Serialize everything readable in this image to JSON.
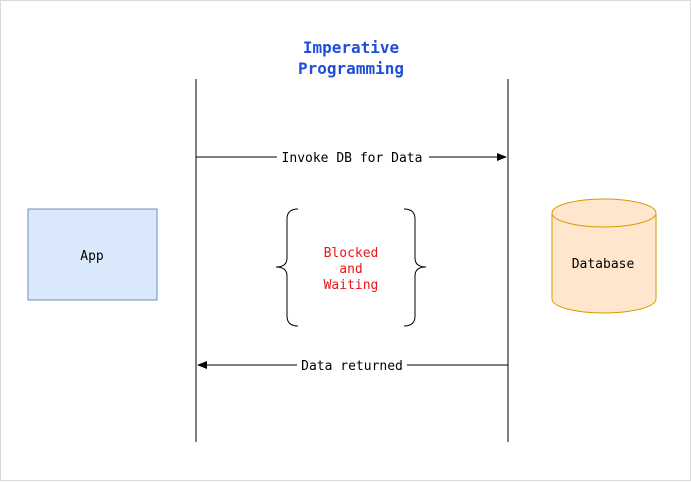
{
  "title": {
    "line1": "Imperative",
    "line2": "Programming"
  },
  "app": {
    "label": "App"
  },
  "database": {
    "label": "Database"
  },
  "messages": {
    "request": "Invoke DB for Data",
    "response": "Data returned"
  },
  "blocked": {
    "line1": "Blocked",
    "line2": "and",
    "line3": "Waiting"
  },
  "colors": {
    "title": "#1f4ed8",
    "blocked": "#e8151b",
    "app_fill": "#dae8fc",
    "app_stroke": "#6c8ebf",
    "db_fill": "#ffe6cc",
    "db_stroke": "#d79b00",
    "line": "#000000"
  }
}
